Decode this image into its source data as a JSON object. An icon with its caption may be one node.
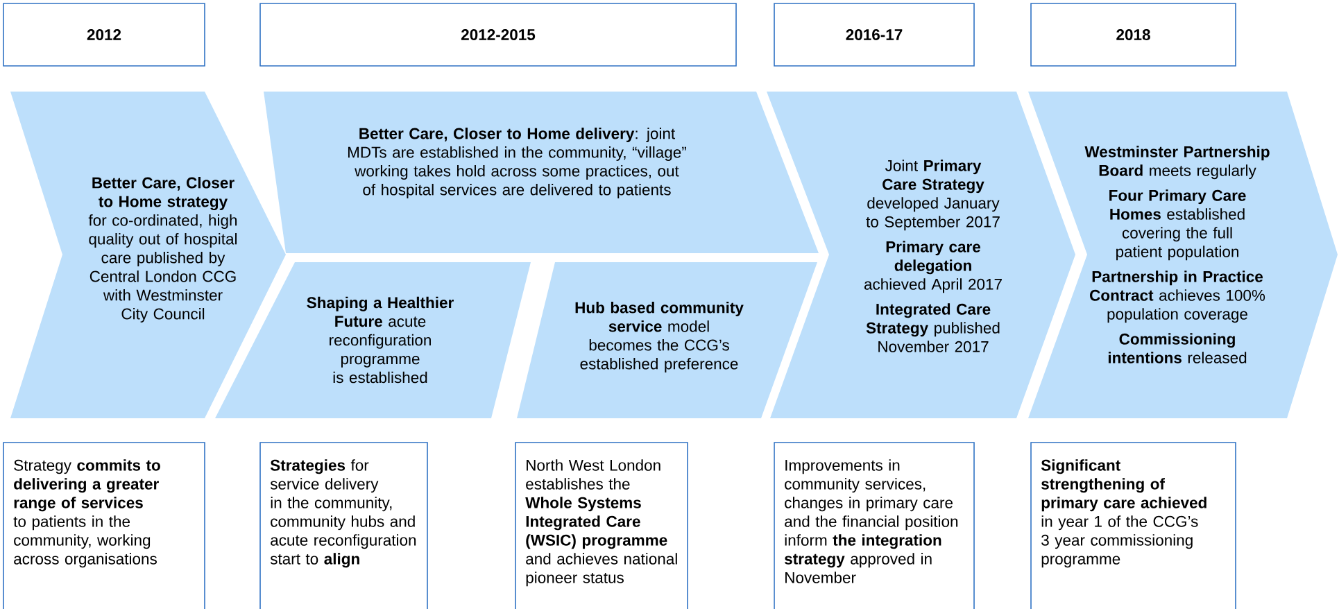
{
  "diagram": {
    "nodes": [
      {
        "text": [
          "2012"
        ]
      },
      {
        "text": [
          "2012-2015"
        ]
      },
      {
        "text": [
          "2016-17"
        ]
      },
      {
        "text": [
          "2018"
        ]
      },
      {
        "text": [
          "**Better Care, Closer to Home strategy** for co-ordinated, high quality out of hospital care published by Central London CCG with Westminster City Council"
        ]
      },
      {
        "text": [
          "**Better Care, Closer to Home delivery**: joint MDTs are established in the community, “village” working takes hold across some practices, out of hospital services are delivered to patients"
        ]
      },
      {
        "text": [
          "**Shaping a Healthier Future** acute reconfiguration programme is established"
        ]
      },
      {
        "text": [
          "**Hub based community service** model becomes the CCG’s established preference"
        ]
      },
      {
        "text": [
          "Joint **Primary Care Strategy** developed January to September 2017",
          "**Primary care delegation** achieved April 2017",
          "**Integrated Care Strategy** published November 2017"
        ]
      },
      {
        "text": [
          "**Westminster Partnership Board** meets regularly",
          "**Four Primary Care Homes** established covering the full patient population",
          "**Partnership in Practice Contract** achieves 100% population coverage",
          "**Commissioning intentions** released"
        ]
      },
      {
        "text": [
          "Strategy **commits to delivering a greater range of services** to patients in the community, working across organisations"
        ]
      },
      {
        "text": [
          "**Strategies** for service delivery in the community, community hubs and acute reconfiguration start to **align**"
        ]
      },
      {
        "text": [
          "North West London establishes the **Whole Systems Integrated Care (WSIC) programme** and achieves national pioneer status"
        ]
      },
      {
        "text": [
          "Improvements in community services, changes in primary care and the financial position inform **the integration strategy** approved in November"
        ]
      },
      {
        "text": [
          "**Significant strengthening of primary care achieved** in year 1 of the CCG’s 3 year commissioning programme"
        ]
      }
    ]
  }
}
